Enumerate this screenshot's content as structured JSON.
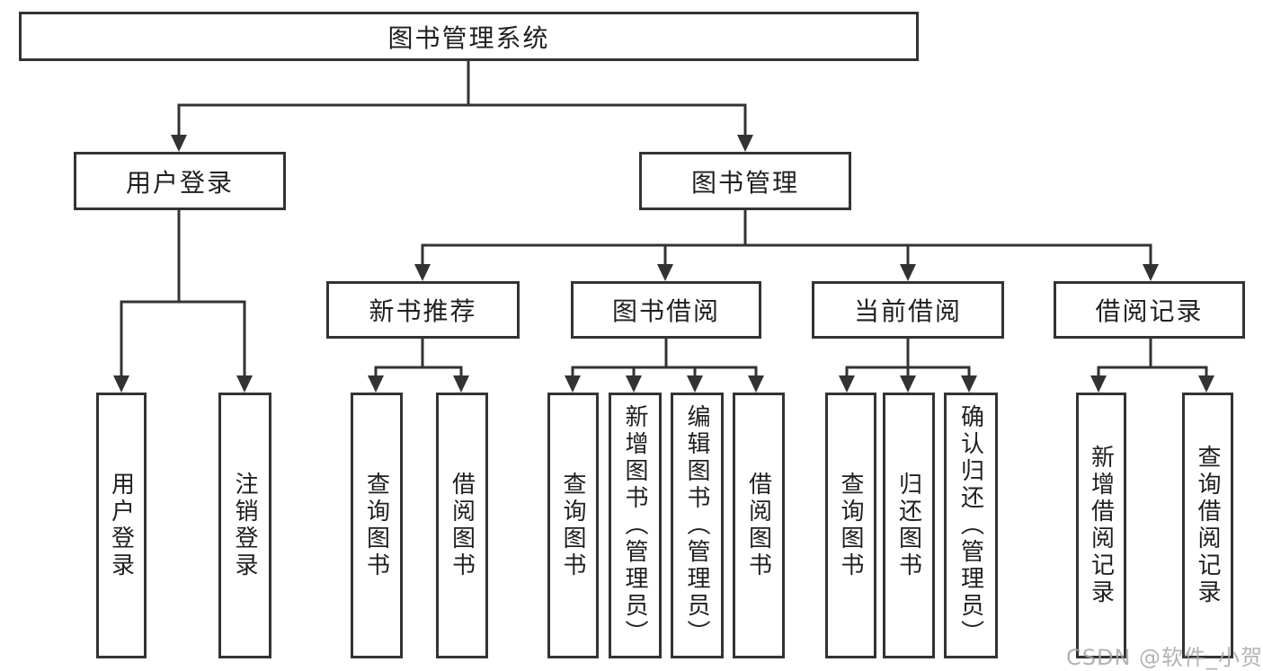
{
  "page": {
    "background": "#ffffff"
  },
  "colors": {
    "line": "#333333",
    "text": "#1f1f1f",
    "watermark": "#a6a6a6",
    "box_background": "#ffffff"
  },
  "watermark": "CSDN @软件_小贺同学",
  "tree": {
    "root": {
      "label": "图书管理系统",
      "children": [
        {
          "label": "用户登录",
          "children": [
            {
              "label": "用户登录"
            },
            {
              "label": "注销登录"
            }
          ]
        },
        {
          "label": "图书管理",
          "children": [
            {
              "label": "新书推荐",
              "children": [
                {
                  "label": "查询图书"
                },
                {
                  "label": "借阅图书"
                }
              ]
            },
            {
              "label": "图书借阅",
              "children": [
                {
                  "label": "查询图书"
                },
                {
                  "label": "新增图书（管理员）"
                },
                {
                  "label": "编辑图书（管理员）"
                },
                {
                  "label": "借阅图书"
                }
              ]
            },
            {
              "label": "当前借阅",
              "children": [
                {
                  "label": "查询图书"
                },
                {
                  "label": "归还图书"
                },
                {
                  "label": "确认归还（管理员）"
                }
              ]
            },
            {
              "label": "借阅记录",
              "children": [
                {
                  "label": "新增借阅记录"
                },
                {
                  "label": "查询借阅记录"
                }
              ]
            }
          ]
        }
      ]
    }
  }
}
